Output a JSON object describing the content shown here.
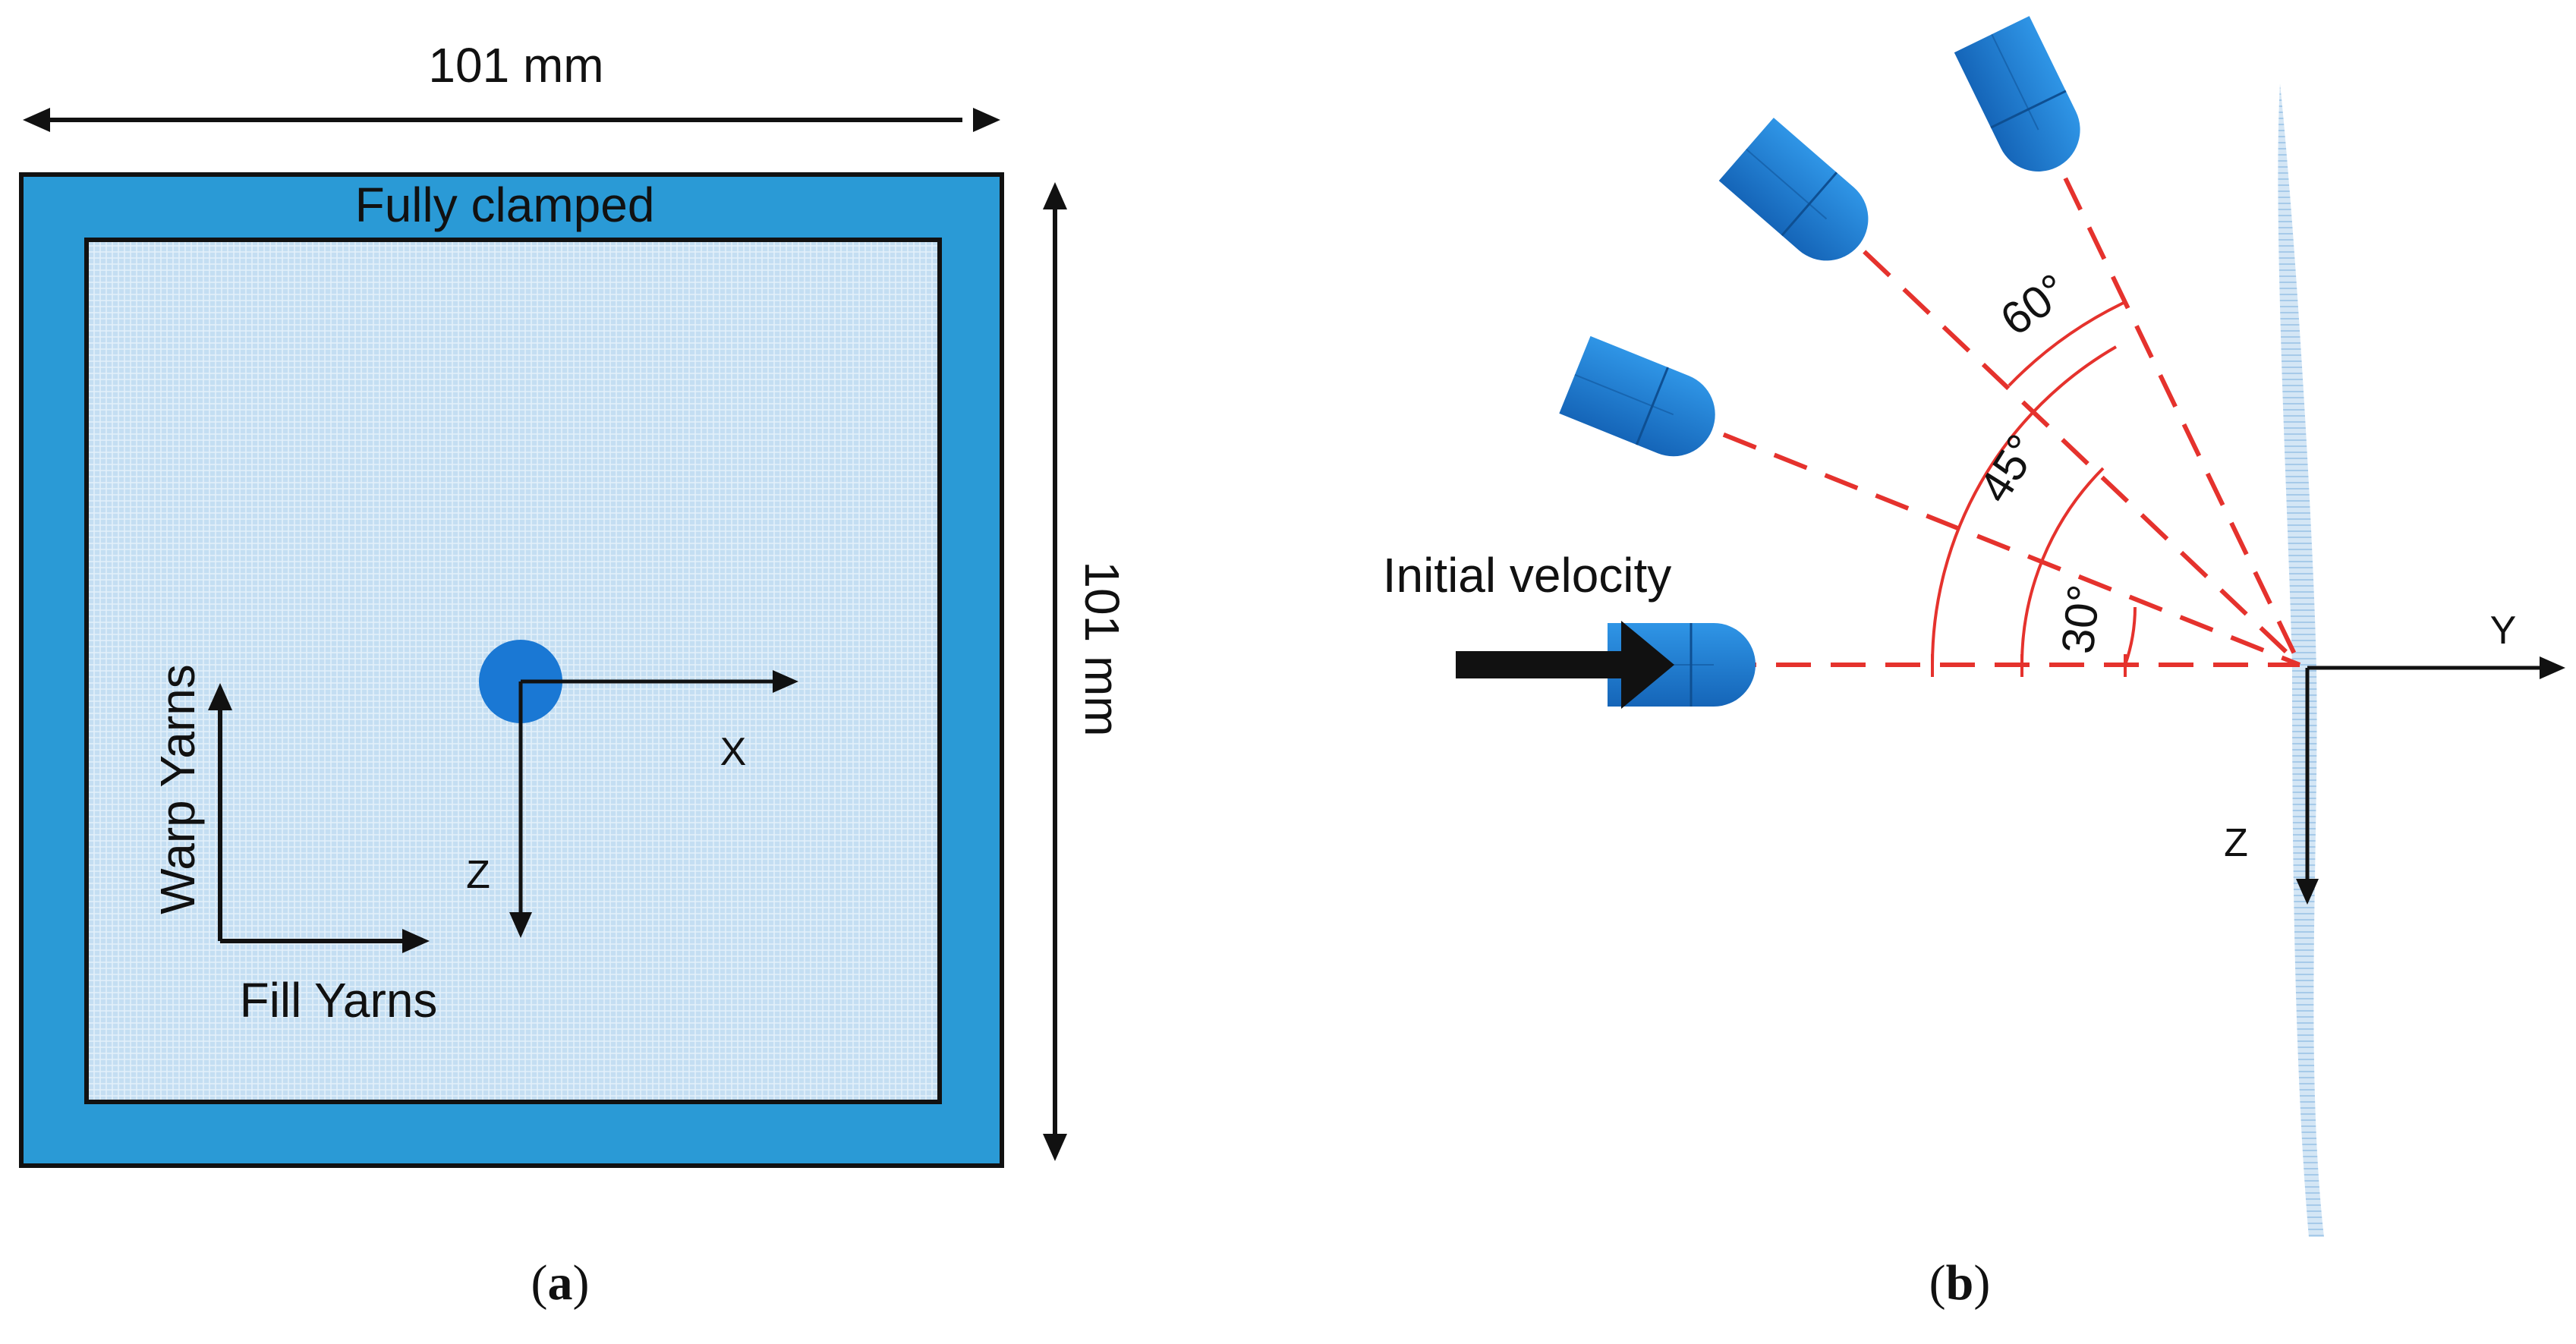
{
  "panel_a": {
    "width_dim": "101 mm",
    "height_dim": "101 mm",
    "boundary_label": "Fully clamped",
    "warp_label": "Warp Yarns",
    "fill_label": "Fill Yarns",
    "axis_x": "X",
    "axis_z": "Z",
    "caption_letter": "a"
  },
  "panel_b": {
    "velocity_label": "Initial velocity",
    "angle_60": "60°",
    "angle_45": "45°",
    "angle_30": "30°",
    "axis_y": "Y",
    "axis_z": "Z",
    "caption_letter": "b"
  },
  "colors": {
    "clamp_blue": "#2a9ad6",
    "fabric_blue": "#c4def2",
    "projectile_blue": "#1e7fd0",
    "trajectory_red": "#e5322d",
    "outline": "#111111"
  }
}
